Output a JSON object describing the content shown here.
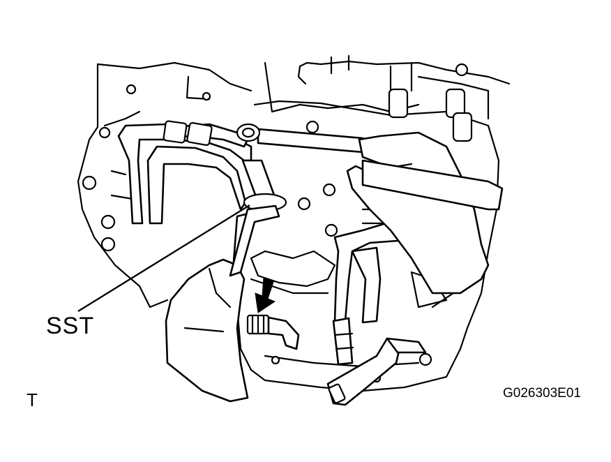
{
  "figure": {
    "callout_label": "SST",
    "view_marker": "T",
    "figure_code": "G026303E01"
  },
  "colors": {
    "line": "#000000",
    "background": "#ffffff"
  }
}
